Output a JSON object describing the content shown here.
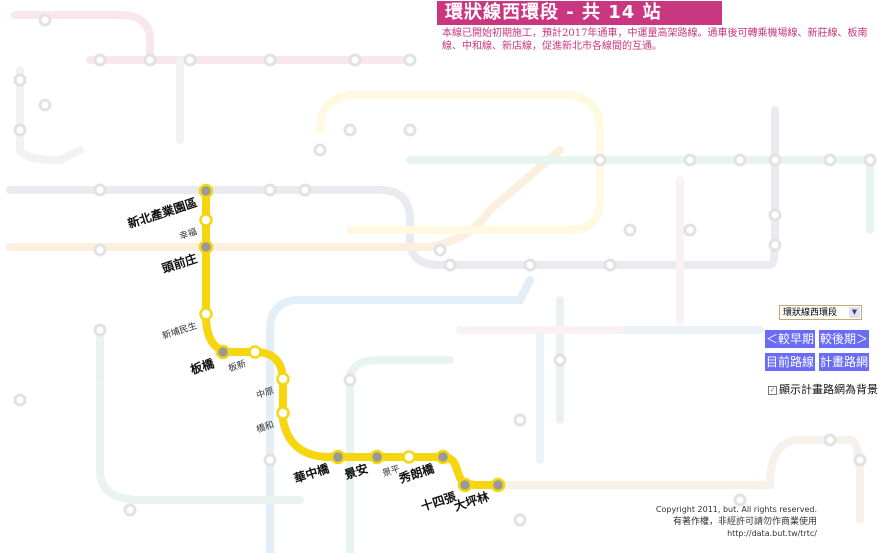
{
  "header": {
    "title": "環狀線西環段 - 共 14 站",
    "description": "本線已開始初期施工，預計2017年通車，中運量高架路線。通車後可轉乘機場線、新莊線、板南線、中和線、新店線，促進新北市各線間的互通。"
  },
  "line": {
    "color": "#f5d60f",
    "stations": [
      {
        "name": "新北產業園區",
        "transfer": true
      },
      {
        "name": "幸福",
        "transfer": false
      },
      {
        "name": "頭前庄",
        "transfer": true
      },
      {
        "name": "新埔民生",
        "transfer": false
      },
      {
        "name": "板橋",
        "transfer": true
      },
      {
        "name": "板新",
        "transfer": false
      },
      {
        "name": "中原",
        "transfer": false
      },
      {
        "name": "橋和",
        "transfer": false
      },
      {
        "name": "華中橋",
        "transfer": true
      },
      {
        "name": "景安",
        "transfer": true
      },
      {
        "name": "景平",
        "transfer": false
      },
      {
        "name": "秀朗橋",
        "transfer": true
      },
      {
        "name": "十四張",
        "transfer": true
      },
      {
        "name": "大坪林",
        "transfer": true
      }
    ]
  },
  "controls": {
    "line_select": "環狀線西環段",
    "earlier_button": "＜較早期",
    "later_button": "較後期＞",
    "current_button": "目前路線",
    "planned_button": "計畫路網",
    "background_checkbox": "顯示計畫路網為背景",
    "background_checked": true
  },
  "footer": {
    "copyright": "Copyright 2011, but. All rights reserved.",
    "notice": "有著作權，非經許可請勿作商業使用",
    "url": "http://data.but.tw/trtc/"
  },
  "colors": {
    "accent": "#c8377f",
    "button": "#6a6cf5",
    "transfer_dot": "#999999"
  }
}
